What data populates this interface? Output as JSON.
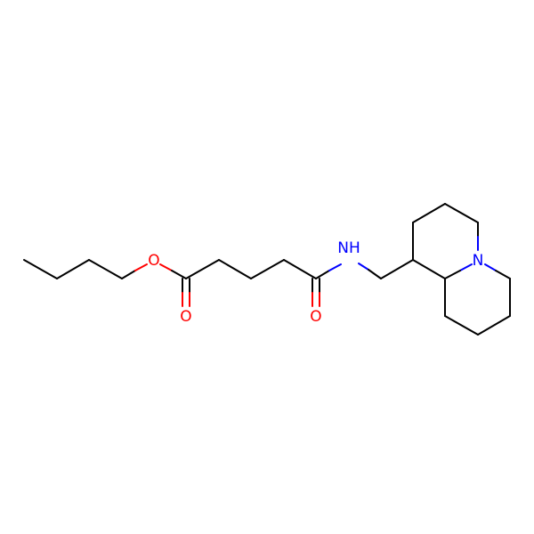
{
  "colors": {
    "carbon": "#000000",
    "oxygen": "#ff0000",
    "nitrogen": "#0000ff",
    "background": "#ffffff"
  },
  "labels": {
    "ester_oxygen": "O",
    "ester_carbonyl_oxygen": "O",
    "amide_carbonyl_oxygen": "O",
    "amide_nh": "NH",
    "ring_nitrogen": "N"
  }
}
